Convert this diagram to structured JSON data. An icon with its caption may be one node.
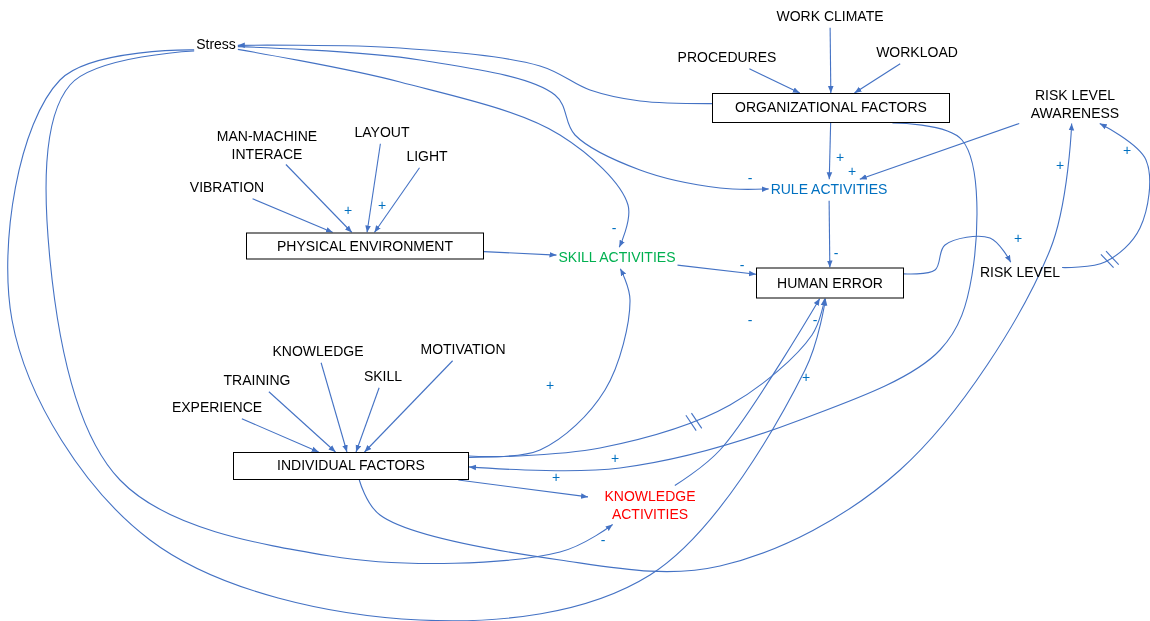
{
  "diagram": {
    "nodes": [
      {
        "text": [
          "Stress"
        ]
      },
      {
        "text": [
          "WORK CLIMATE"
        ]
      },
      {
        "text": [
          "PROCEDURES"
        ]
      },
      {
        "text": [
          "WORKLOAD"
        ]
      },
      {
        "text": [
          "ORGANIZATIONAL FACTORS"
        ]
      },
      {
        "text": [
          "RISK LEVEL AWARENESS"
        ]
      },
      {
        "text": [
          "MAN-MACHINE INTERACE"
        ]
      },
      {
        "text": [
          "LAYOUT"
        ]
      },
      {
        "text": [
          "LIGHT"
        ]
      },
      {
        "text": [
          "VIBRATION"
        ]
      },
      {
        "text": [
          "RULE ACTIVITIES"
        ]
      },
      {
        "text": [
          "PHYSICAL ENVIRONMENT"
        ]
      },
      {
        "text": [
          "SKILL ACTIVITIES"
        ]
      },
      {
        "text": [
          "HUMAN ERROR"
        ]
      },
      {
        "text": [
          "RISK LEVEL"
        ]
      },
      {
        "text": [
          "KNOWLEDGE"
        ]
      },
      {
        "text": [
          "MOTIVATION"
        ]
      },
      {
        "text": [
          "TRAINING"
        ]
      },
      {
        "text": [
          "SKILL"
        ]
      },
      {
        "text": [
          "EXPERIENCE"
        ]
      },
      {
        "text": [
          "INDIVIDUAL FACTORS"
        ]
      },
      {
        "text": [
          "KNOWLEDGE ACTIVITIES"
        ]
      }
    ],
    "edges": [
      {
        "from": 1,
        "to": 4,
        "arrow": "to"
      },
      {
        "from": 2,
        "to": 4,
        "arrow": "to"
      },
      {
        "from": 3,
        "to": 4,
        "arrow": "to"
      },
      {
        "from": 4,
        "to": 0,
        "arrow": "to"
      },
      {
        "from": 0,
        "to": 10,
        "arrow": "to",
        "label": "-"
      },
      {
        "from": 0,
        "to": 12,
        "arrow": "to",
        "label": "-"
      },
      {
        "from": 4,
        "to": 10,
        "arrow": "to",
        "label": "+"
      },
      {
        "from": 5,
        "to": 10,
        "arrow": "to",
        "label": "+"
      },
      {
        "from": 6,
        "to": 11,
        "arrow": "to",
        "label": "+"
      },
      {
        "from": 7,
        "to": 11,
        "arrow": "to",
        "label": "+"
      },
      {
        "from": 8,
        "to": 11,
        "arrow": "to"
      },
      {
        "from": 9,
        "to": 11,
        "arrow": "to"
      },
      {
        "from": 11,
        "to": 12,
        "arrow": "to"
      },
      {
        "from": 10,
        "to": 13,
        "arrow": "to",
        "label": "-"
      },
      {
        "from": 12,
        "to": 13,
        "arrow": "to",
        "label": "-"
      },
      {
        "from": 13,
        "to": 14,
        "arrow": "to",
        "label": "+"
      },
      {
        "from": 14,
        "to": 5,
        "arrow": "to",
        "label": "+"
      },
      {
        "from": 19,
        "to": 20,
        "arrow": "to"
      },
      {
        "from": 17,
        "to": 20,
        "arrow": "to"
      },
      {
        "from": 15,
        "to": 20,
        "arrow": "to"
      },
      {
        "from": 18,
        "to": 20,
        "arrow": "to"
      },
      {
        "from": 16,
        "to": 20,
        "arrow": "to"
      },
      {
        "from": 20,
        "to": 12,
        "arrow": "to",
        "label": "+"
      },
      {
        "from": 20,
        "to": 21,
        "arrow": "to",
        "label": "+"
      },
      {
        "from": 20,
        "to": 13,
        "arrow": "to",
        "label": "-"
      },
      {
        "from": 4,
        "to": 20,
        "arrow": "to",
        "label": "+"
      },
      {
        "from": 21,
        "to": 13,
        "arrow": "to",
        "label": "-"
      },
      {
        "from": 0,
        "to": 21,
        "arrow": "to",
        "label": "-"
      },
      {
        "from": 0,
        "to": 13,
        "arrow": "to",
        "label": "+"
      },
      {
        "from": 20,
        "to": 5,
        "arrow": "to",
        "label": "+"
      }
    ]
  }
}
